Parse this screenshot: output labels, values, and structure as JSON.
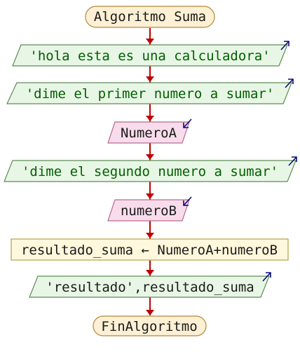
{
  "flowchart": {
    "start_label": "Algoritmo Suma",
    "step1_text": "'hola esta es una calculadora'",
    "step2_text": "'dime el primer numero a sumar'",
    "step3_var": "NumeroA",
    "step4_text": "'dime el segundo numero a sumar'",
    "step5_var": "numeroB",
    "assign_text": "resultado_suma ← NumeroA+numeroB",
    "output_text": "'resultado',resultado_suma",
    "end_label": "FinAlgoritmo"
  },
  "colors": {
    "line": "#c00000",
    "start_fill": "#fdf0d4",
    "start_stroke": "#b08a3a",
    "string_text": "#006000",
    "output_fill": "#e8f7e5",
    "output_stroke": "#5e8b57",
    "input_fill": "#f9dcec",
    "input_stroke": "#b46c8c",
    "assign_fill": "#fff8dc",
    "assign_stroke": "#b6a146",
    "text_default": "#1a1a1a",
    "arrow_icon": "#0a0a7a"
  }
}
